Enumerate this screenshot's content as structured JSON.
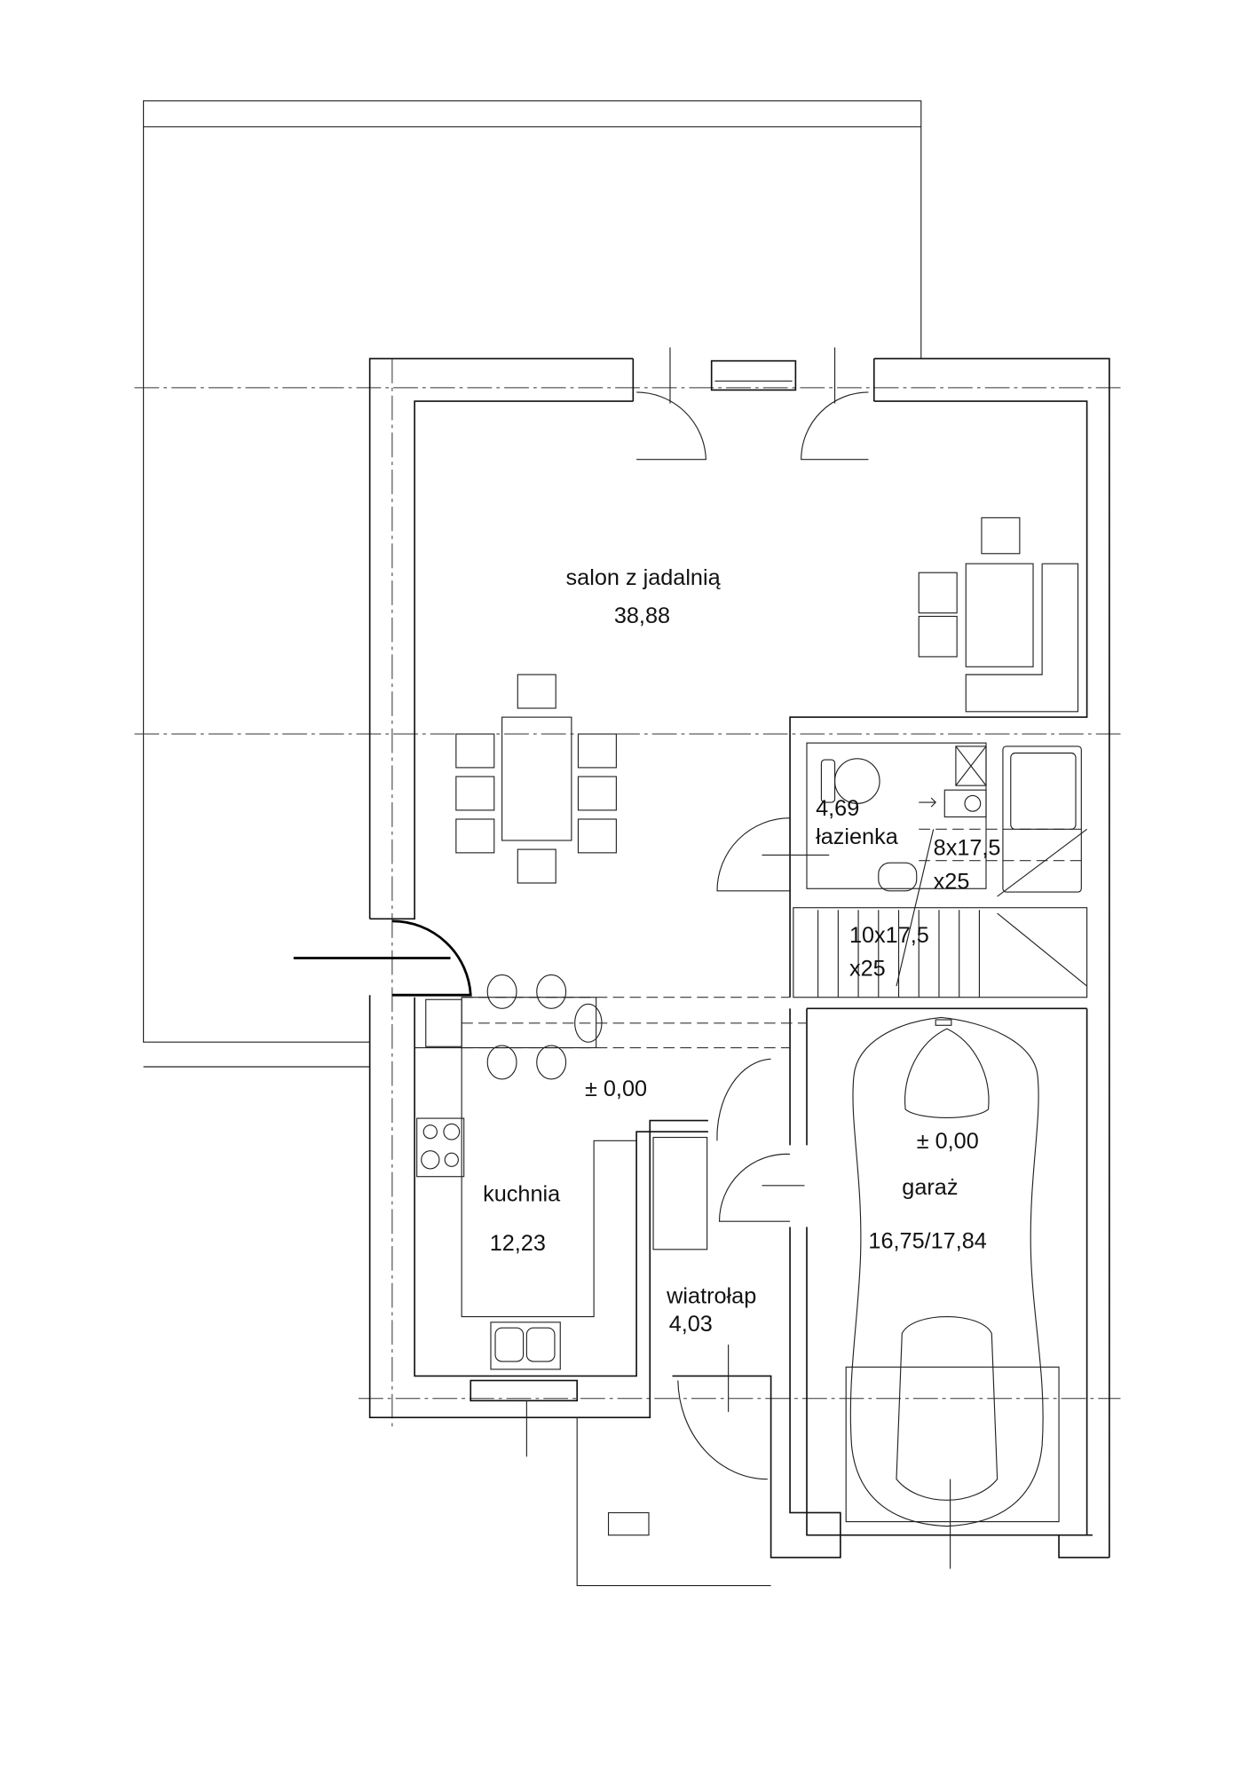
{
  "rooms": {
    "salon": {
      "name": "salon z jadalnią",
      "area": "38,88"
    },
    "bathroom": {
      "name": "łazienka",
      "area": "4,69"
    },
    "stairs_upper": {
      "dims": "8x17,5",
      "count": "x25"
    },
    "stairs_lower": {
      "dims": "10x17,5",
      "count": "x25"
    },
    "level_main": "± 0,00",
    "kitchen": {
      "name": "kuchnia",
      "area": "12,23"
    },
    "vestibule": {
      "name": "wiatrołap",
      "area": "4,03"
    },
    "garage": {
      "name": "garaż",
      "area": "16,75/17,84",
      "level": "± 0,00"
    }
  }
}
